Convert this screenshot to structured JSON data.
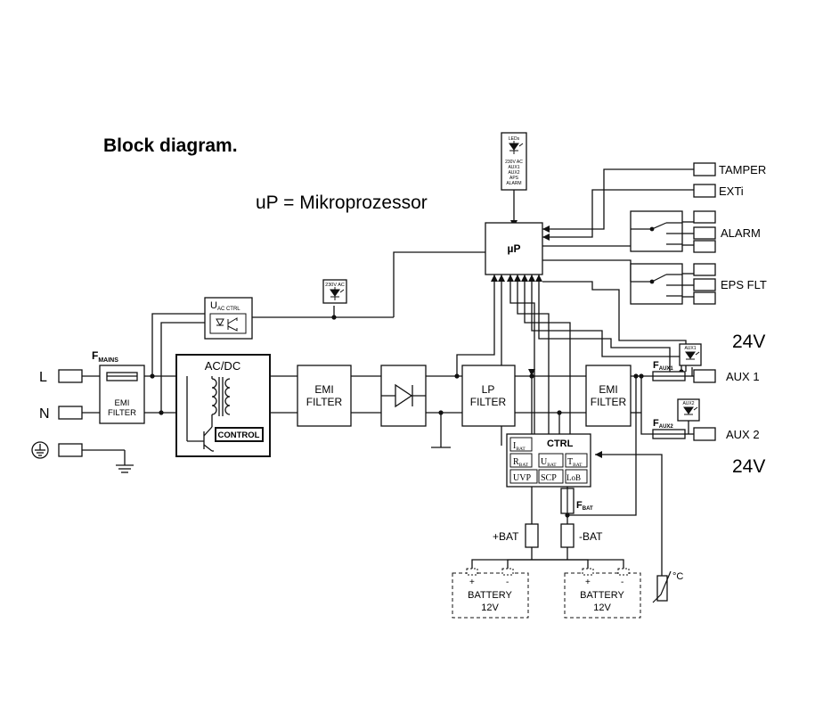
{
  "title": "Block diagram.",
  "note": "uP = Mikroprozessor",
  "voltage_aux1": "24V",
  "voltage_aux2": "24V",
  "inputs": {
    "line": "L",
    "neutral": "N"
  },
  "fuse_mains": {
    "main": "F",
    "sub": "MAINS"
  },
  "emi_filter_input": [
    "EMI",
    "FILTER"
  ],
  "uac_ctrl": {
    "main": "U",
    "sub": "AC CTRL"
  },
  "acdc": {
    "title": "AC/DC",
    "control": "CONTROL"
  },
  "emi_filter_mid": [
    "EMI",
    "FILTER"
  ],
  "lp_filter": [
    "LP",
    "FILTER"
  ],
  "emi_filter_out": [
    "EMI",
    "FILTER"
  ],
  "led_230": "230V AC",
  "micro": "µP",
  "led_panel": [
    "LEDs",
    "230V AC",
    "AUX1",
    "AUX2",
    "APS",
    "ALARM"
  ],
  "outputs": {
    "tamper": "TAMPER",
    "exti": "EXTi",
    "alarm": "ALARM",
    "eps_flt": "EPS FLT"
  },
  "aux1": {
    "fuse_main": "F",
    "fuse_sub": "AUX1",
    "led": "AUX1",
    "label": "AUX 1"
  },
  "aux2": {
    "fuse_main": "F",
    "fuse_sub": "AUX2",
    "led": "AUX2",
    "label": "AUX 2"
  },
  "ctrl": {
    "title": "CTRL",
    "cells": [
      {
        "main": "I",
        "sub": "BAT"
      },
      {
        "main": "R",
        "sub": "BAT"
      },
      {
        "main": "U",
        "sub": "BAT"
      },
      {
        "main": "T",
        "sub": "BAT"
      },
      {
        "main": "UVP",
        "sub": ""
      },
      {
        "main": "SCP",
        "sub": ""
      },
      {
        "main": "LoB",
        "sub": ""
      }
    ]
  },
  "fuse_bat": {
    "main": "F",
    "sub": "BAT"
  },
  "bat_plus": "+BAT",
  "bat_minus": "-BAT",
  "batteries": [
    {
      "label": "BATTERY",
      "voltage": "12V",
      "plus": "+",
      "minus": "-"
    },
    {
      "label": "BATTERY",
      "voltage": "12V",
      "plus": "+",
      "minus": "-"
    }
  ],
  "temp_sensor": "°C"
}
